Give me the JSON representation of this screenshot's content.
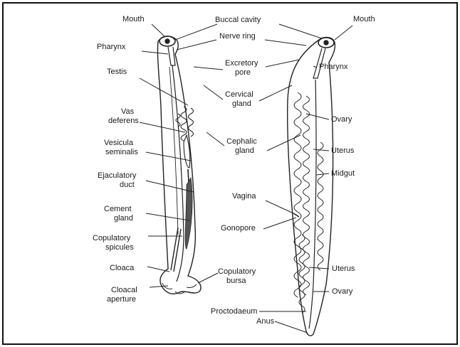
{
  "labels": {
    "mouth_left": "Mouth",
    "buccal_cavity": "Buccal cavity",
    "mouth_right": "Mouth",
    "pharynx_left": "Pharynx",
    "nerve_ring": "Nerve ring",
    "excretory_pore_1": "Excretory",
    "excretory_pore_2": "pore",
    "pharynx_right": "Pharynx",
    "testis": "Testis",
    "cervical_gland_1": "Cervical",
    "cervical_gland_2": "gland",
    "vas_deferens_1": "Vas",
    "vas_deferens_2": "deferens",
    "ovary_top": "Ovary",
    "cephalic_gland_1": "Cephalic",
    "cephalic_gland_2": "gland",
    "vesicula_seminalis_1": "Vesicula",
    "vesicula_seminalis_2": "seminalis",
    "uterus_top": "Uterus",
    "ejaculatory_duct_1": "Ejaculatory",
    "ejaculatory_duct_2": "duct",
    "midgut": "Midgut",
    "vagina": "Vagina",
    "cement_gland_1": "Cement",
    "cement_gland_2": "gland",
    "gonopore": "Gonopore",
    "copulatory_spicules_1": "Copulatory",
    "copulatory_spicules_2": "spicules",
    "cloaca": "Cloaca",
    "uterus_bottom": "Uterus",
    "copulatory_bursa_1": "Copulatory",
    "copulatory_bursa_2": "bursa",
    "cloacal_aperture_1": "Cloacal",
    "cloacal_aperture_2": "aperture",
    "ovary_bottom": "Ovary",
    "proctodaeum": "Proctodaeum",
    "anus": "Anus"
  }
}
